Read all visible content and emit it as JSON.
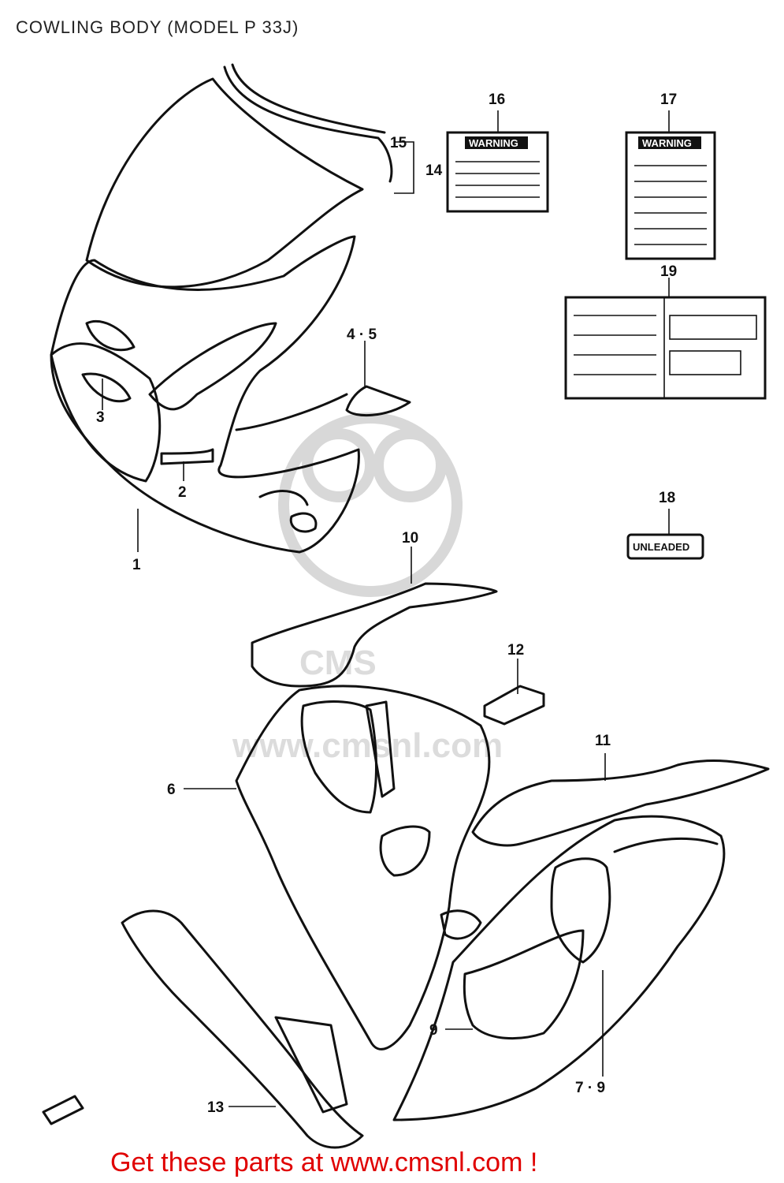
{
  "title": "COWLING BODY (MODEL P 33J)",
  "footer": "Get these parts at www.cmsnl.com !",
  "watermark": {
    "brand": "CMS",
    "url": "www.cmsnl.com"
  },
  "callouts": [
    "1",
    "2",
    "3",
    "4 · 5",
    "6",
    "7 · 9",
    "9",
    "10",
    "11",
    "12",
    "13",
    "14",
    "15",
    "16",
    "17",
    "18",
    "19"
  ],
  "labels": {
    "warning_16": "WARNING",
    "warning_17": "WARNING",
    "unleaded_18": "UNLEADED"
  },
  "colors": {
    "footer": "#e00000",
    "line": "#111111"
  }
}
